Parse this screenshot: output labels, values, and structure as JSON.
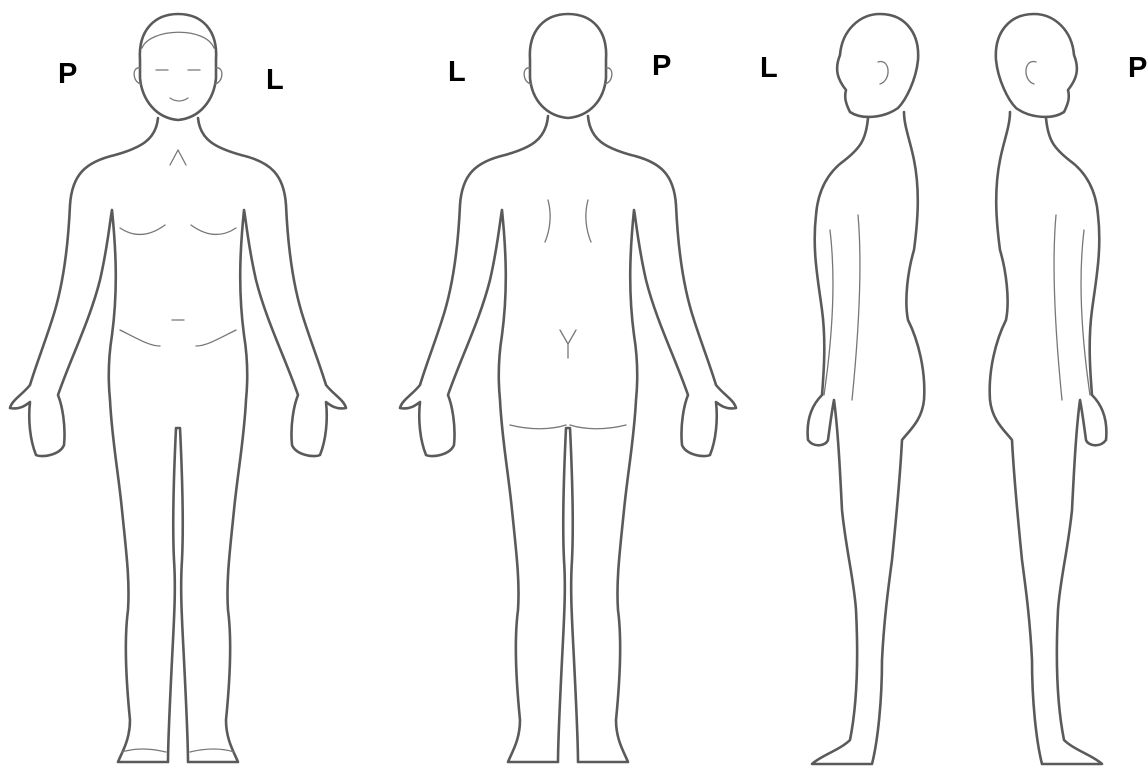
{
  "labels": {
    "front_right": "P",
    "front_left": "L",
    "back_left": "L",
    "back_right": "P",
    "side_left": "L",
    "side_right": "P"
  },
  "colors": {
    "background": "#ffffff",
    "outline": "#5a5a5a",
    "label": "#000000"
  },
  "views": [
    "front",
    "back",
    "left-side",
    "right-side"
  ]
}
